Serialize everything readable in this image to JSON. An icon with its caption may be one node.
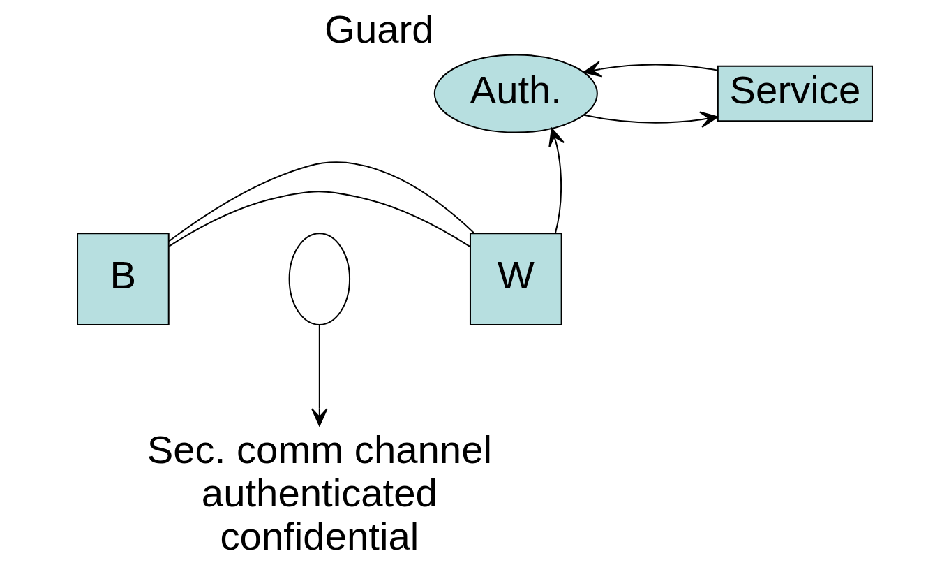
{
  "diagram": {
    "nodes": [
      {
        "text": [
          "Auth."
        ],
        "beside": [
          "Guard"
        ]
      },
      {
        "text": [
          "Service"
        ]
      },
      {
        "text": [
          "B"
        ]
      },
      {
        "text": [
          "W"
        ]
      },
      {
        "text": [],
        "shape": "ellipse"
      },
      {
        "text": [
          "Sec. comm channel",
          "authenticated",
          "confidential"
        ]
      }
    ],
    "edges": [
      {
        "from": 0,
        "to": 1,
        "arrow": "to"
      },
      {
        "from": 1,
        "to": 0,
        "arrow": "to"
      },
      {
        "from": 3,
        "to": 0,
        "arrow": "to"
      },
      {
        "from": 2,
        "to": 3,
        "arrow": "none"
      },
      {
        "from": 2,
        "to": 3,
        "arrow": "none"
      },
      {
        "from": 4,
        "to": 5,
        "arrow": "to"
      }
    ]
  }
}
